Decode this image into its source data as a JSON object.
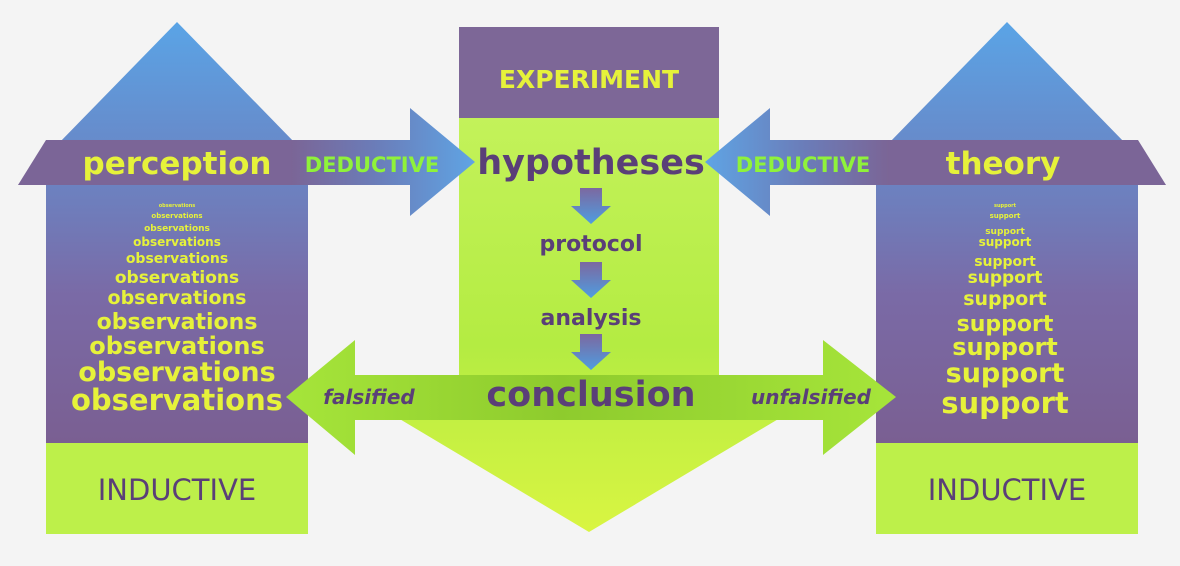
{
  "experiment": {
    "title": "EXPERIMENT",
    "steps": [
      "hypotheses",
      "protocol",
      "analysis",
      "conclusion"
    ]
  },
  "left": {
    "label": "perception",
    "evidence": [
      "observations",
      "observations",
      "observations",
      "observations",
      "observations",
      "observations",
      "observations",
      "observations",
      "observations",
      "observations",
      "observations"
    ],
    "base_label": "INDUCTIVE"
  },
  "right": {
    "label": "theory",
    "evidence": [
      "support",
      "support",
      "support",
      "support",
      "support",
      "support",
      "support",
      "support",
      "support",
      "support",
      "support"
    ],
    "base_label": "INDUCTIVE"
  },
  "deductive_left": "DEDUCTIVE",
  "deductive_right": "DEDUCTIVE",
  "outcome_left": "falsified",
  "outcome_right": "unfalsified",
  "colors": {
    "purple": "#7e6797",
    "blue": "#5b9bd5",
    "lime": "#bdf04a",
    "yellow_text": "#e6f23a",
    "green_text": "#8ff23a",
    "dark_text": "#5a3f78"
  }
}
